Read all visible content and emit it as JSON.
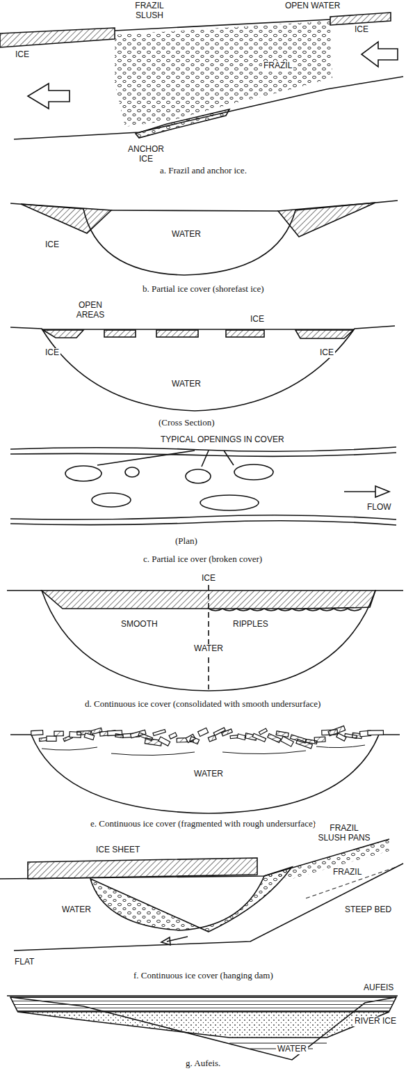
{
  "diagram": {
    "labels": [
      "FRAZIL SLUSH",
      "OPEN WATER",
      "ICE",
      "FRAZIL",
      "ICE",
      "ANCHOR ICE",
      "a. Frazil and anchor ice.",
      "ICE",
      "WATER",
      "b. Partial ice cover (shorefast ice)",
      "OPEN AREAS",
      "ICE",
      "ICE",
      "WATER",
      "ICE",
      "(Cross Section)",
      "TYPICAL OPENINGS IN COVER",
      "FLOW",
      "(Plan)",
      "c. Partial ice over (broken cover)",
      "ICE",
      "SMOOTH",
      "RIPPLES",
      "WATER",
      "d. Continuous ice cover (consolidated with smooth undersurface)",
      "WATER",
      "e. Continuous ice cover (fragmented with rough undersurface)",
      "FRAZIL SLUSH PANS",
      "ICE SHEET",
      "FRAZIL",
      "STEEP BED",
      "WATER",
      "FLAT",
      "f. Continuous ice cover (hanging dam)",
      "AUFEIS",
      "RIVER ICE",
      "WATER",
      "g. Aufeis."
    ]
  }
}
